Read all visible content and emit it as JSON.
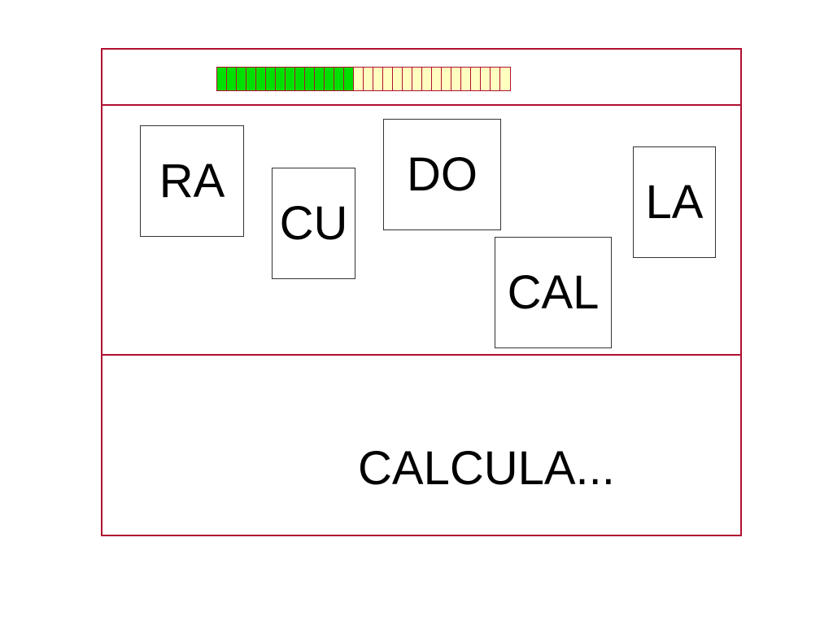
{
  "progress": {
    "filled_segments": 14,
    "total_segments": 30,
    "filled_color": "#00e000",
    "empty_color": "#ffffc0"
  },
  "syllables": [
    {
      "id": "ra",
      "text": "RA"
    },
    {
      "id": "cu",
      "text": "CU"
    },
    {
      "id": "do",
      "text": "DO"
    },
    {
      "id": "cal",
      "text": "CAL"
    },
    {
      "id": "la",
      "text": "LA"
    }
  ],
  "answer": {
    "text": "CALCULA..."
  },
  "colors": {
    "frame_border": "#b01030",
    "card_border": "#333333",
    "text": "#000000"
  }
}
